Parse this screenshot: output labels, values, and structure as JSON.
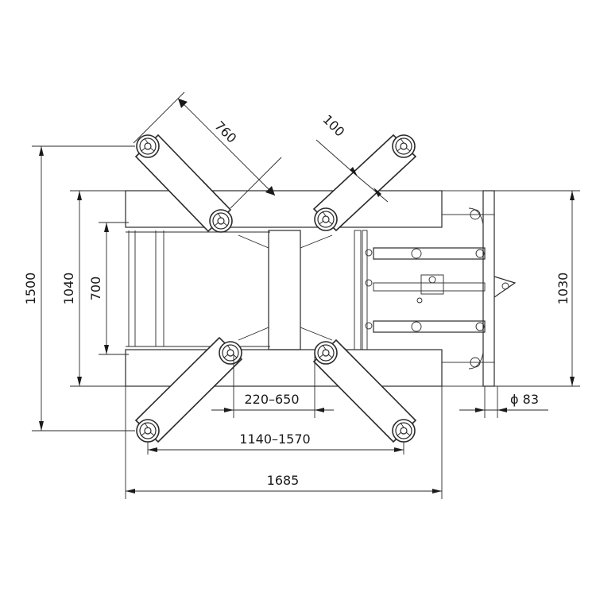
{
  "drawing": {
    "type": "top-view lift dimension drawing",
    "units": "mm",
    "dimensions": {
      "overall_depth": "1500",
      "frame_depth": "1040",
      "inner_depth": "700",
      "end_depth": "1030",
      "arm_length": "760",
      "pad_offset": "100",
      "inner_pad_span": "220–650",
      "outer_pad_span": "1140–1570",
      "overall_length": "1685",
      "wheel_diameter": "ϕ 83"
    },
    "colors": {
      "line": "#2a2a2a",
      "background": "#ffffff"
    }
  }
}
